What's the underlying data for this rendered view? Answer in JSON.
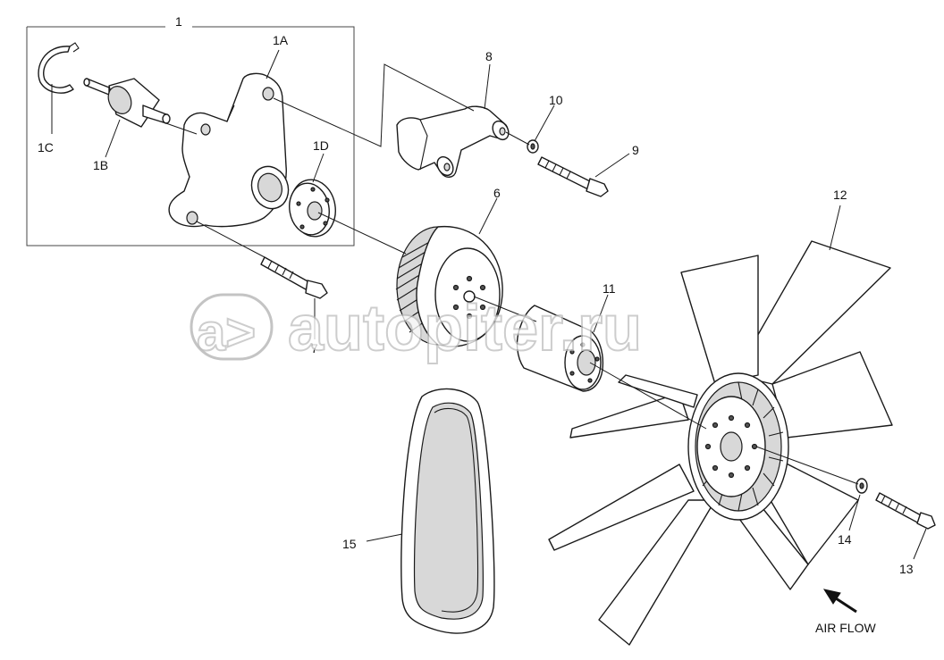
{
  "labels": {
    "p1": "1",
    "p1a": "1A",
    "p1b": "1B",
    "p1c": "1C",
    "p1d": "1D",
    "p6": "6",
    "p7": "7",
    "p8": "8",
    "p9": "9",
    "p10": "10",
    "p11": "11",
    "p12": "12",
    "p13": "13",
    "p14": "14",
    "p15": "15"
  },
  "air_flow_label": "AIR FLOW",
  "watermark": {
    "text": "autopiter.ru",
    "logo_glyph": "a>"
  }
}
